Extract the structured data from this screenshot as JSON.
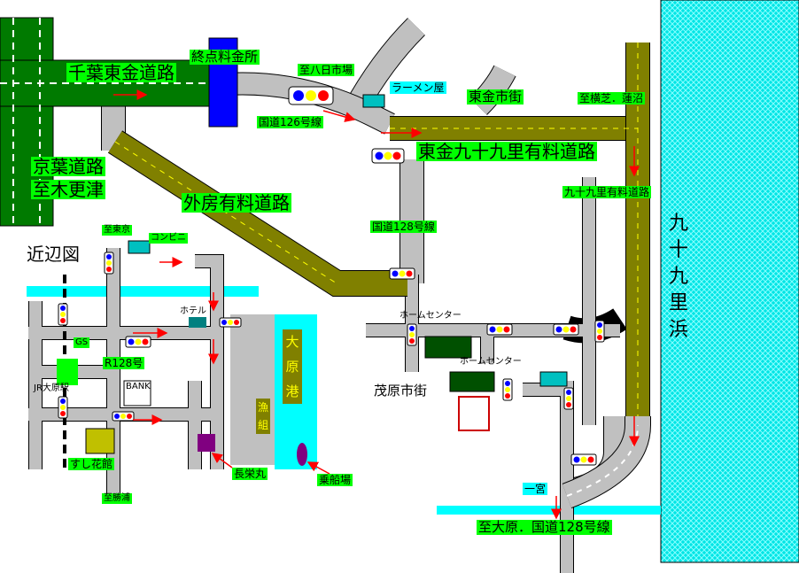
{
  "colors": {
    "expressway": "#007a00",
    "toll_road": "#808000",
    "road": "#c0c0c0",
    "sea": "#00e5e5",
    "river": "#00ffff",
    "label_green": "#00ff00",
    "label_cyan": "#00ffff",
    "arrow": "#ff0000",
    "toll_gate": "#0000ff"
  },
  "labels": {
    "chiba_togane_road": "千葉東金道路",
    "toll_terminal": "終点料金所",
    "to_yokaichiba": "至八日市場",
    "ramen_shop": "ラーメン屋",
    "togane_city": "東金市街",
    "to_yokoshiba": "至横芝．蓮沼",
    "route126": "国道126号線",
    "togane_kujukuri_toll": "東金九十九里有料道路",
    "keiyo_road": "京葉道路",
    "to_kisarazu": "至木更津",
    "sotobo_toll": "外房有料道路",
    "kujukuri_road": "九十九里有料道路",
    "route128_north": "国道128号線",
    "to_tokyo": "至東京",
    "convenience": "コンビニ",
    "nearby_map": "近辺図",
    "hotel": "ホテル",
    "gs": "GS",
    "r128": "R128号",
    "jr_ohara": "JR大原駅",
    "bank": "BANK",
    "ohara_port": "大原港",
    "fishery_union": "漁組",
    "home_center_1": "ホームセンター",
    "home_center_2": "ホームセンター",
    "mobara_city": "茂原市街",
    "sushi": "すし花館",
    "to_katsuura": "至勝浦",
    "chouei_maru": "長栄丸",
    "boarding": "乗船場",
    "ichinomiya": "一宮",
    "to_ohara_route128": "至大原．国道128号線",
    "kujukuri_beach": [
      "九",
      "十",
      "九",
      "里",
      "浜"
    ]
  }
}
